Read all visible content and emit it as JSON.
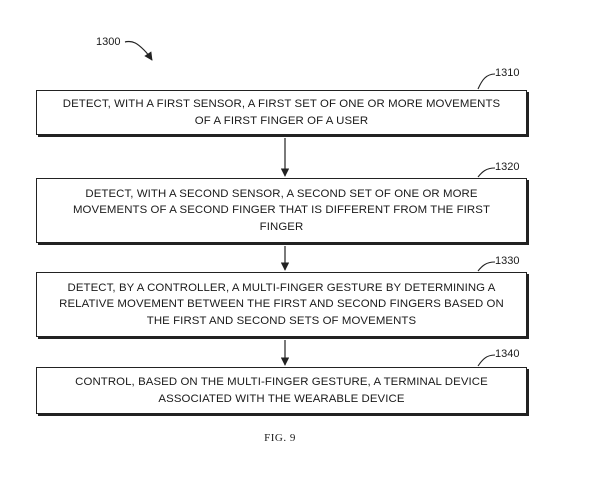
{
  "figure": {
    "ref": "1300",
    "caption": "FIG. 9"
  },
  "steps": [
    {
      "ref": "1310",
      "lines": [
        "DETECT, WITH A FIRST SENSOR, A FIRST SET OF ONE OR MORE MOVEMENTS",
        "OF A FIRST FINGER OF A USER"
      ]
    },
    {
      "ref": "1320",
      "lines": [
        "DETECT, WITH A SECOND SENSOR, A SECOND SET OF ONE OR MORE",
        "MOVEMENTS OF A SECOND FINGER THAT IS DIFFERENT FROM THE FIRST",
        "FINGER"
      ]
    },
    {
      "ref": "1330",
      "lines": [
        "DETECT, BY A CONTROLLER, A MULTI-FINGER GESTURE BY DETERMINING A",
        "RELATIVE MOVEMENT BETWEEN THE FIRST AND SECOND FINGERS BASED ON",
        "THE FIRST AND SECOND SETS OF MOVEMENTS"
      ]
    },
    {
      "ref": "1340",
      "lines": [
        "CONTROL, BASED ON THE MULTI-FINGER GESTURE, A TERMINAL DEVICE",
        "ASSOCIATED WITH THE WEARABLE DEVICE"
      ]
    }
  ]
}
